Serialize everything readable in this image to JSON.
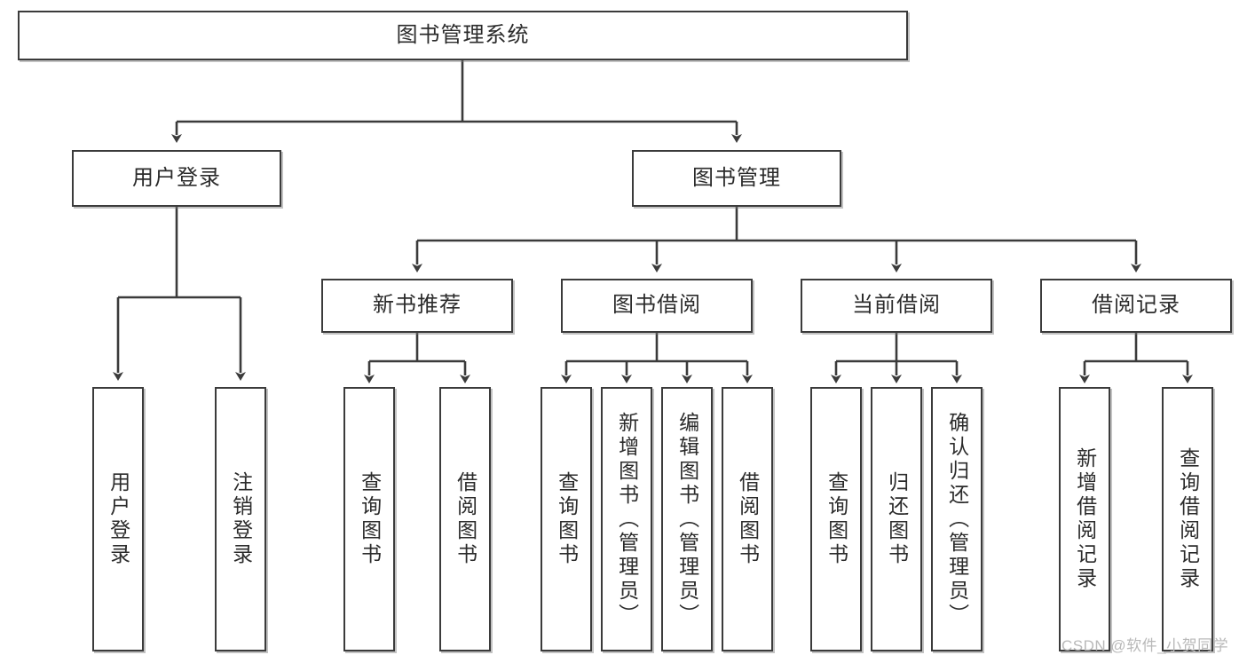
{
  "diagram": {
    "title_node": {
      "label": "图书管理系统"
    },
    "level2": [
      {
        "id": "user-login",
        "label": "用户登录"
      },
      {
        "id": "book-management",
        "label": "图书管理"
      }
    ],
    "level3": [
      {
        "id": "new-book-recommend",
        "label": "新书推荐"
      },
      {
        "id": "book-borrow",
        "label": "图书借阅"
      },
      {
        "id": "current-borrow",
        "label": "当前借阅"
      },
      {
        "id": "borrow-record",
        "label": "借阅记录"
      }
    ],
    "leaves": [
      {
        "id": "leaf-user-login",
        "label": "用户登录"
      },
      {
        "id": "leaf-logout-login",
        "label": "注销登录"
      },
      {
        "id": "leaf-query-book-1",
        "label": "查询图书"
      },
      {
        "id": "leaf-borrow-book-1",
        "label": "借阅图书"
      },
      {
        "id": "leaf-query-book-2",
        "label": "查询图书"
      },
      {
        "id": "leaf-add-book",
        "label": "新增图书（管理员）"
      },
      {
        "id": "leaf-edit-book",
        "label": "编辑图书（管理员）"
      },
      {
        "id": "leaf-borrow-book-2",
        "label": "借阅图书"
      },
      {
        "id": "leaf-query-book-3",
        "label": "查询图书"
      },
      {
        "id": "leaf-return-book",
        "label": "归还图书"
      },
      {
        "id": "leaf-confirm-return",
        "label": "确认归还（管理员）"
      },
      {
        "id": "leaf-add-record",
        "label": "新增借阅记录"
      },
      {
        "id": "leaf-query-record",
        "label": "查询借阅记录"
      }
    ]
  },
  "watermark": {
    "text": "CSDN @软件_小贺同学"
  },
  "colors": {
    "stroke": "#3b3b3b",
    "background": "#ffffff",
    "text": "#2b2b2b",
    "watermark": "#b9b9b9"
  }
}
